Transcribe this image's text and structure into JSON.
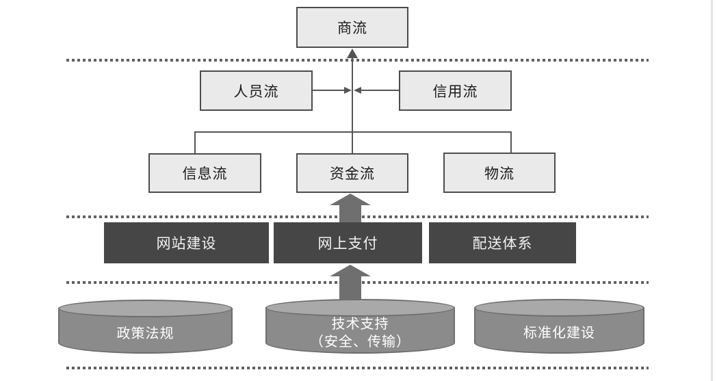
{
  "nodes": {
    "business_flow": "商流",
    "personnel_flow": "人员流",
    "credit_flow": "信用流",
    "information_flow": "信息流",
    "capital_flow": "资金流",
    "logistics": "物流",
    "website_construction": "网站建设",
    "online_payment": "网上支付",
    "distribution_system": "配送体系",
    "policy_regulations": "政策法规",
    "technical_support_line1": "技术支持",
    "technical_support_line2": "（安全、传输）",
    "standardization": "标准化建设"
  },
  "colors": {
    "light_box_fill": "#eaeaea",
    "box_border": "#4c4c4c",
    "dark_box_fill": "#464646",
    "dark_box_text": "#f2f2f2",
    "cylinder_body": "#8b8b8b",
    "cylinder_top": "#a9a9a9",
    "cylinder_border": "#6e6e6e",
    "block_arrow": "#6f6f6f",
    "connector_line": "#555555",
    "dotted_line": "#606060"
  }
}
